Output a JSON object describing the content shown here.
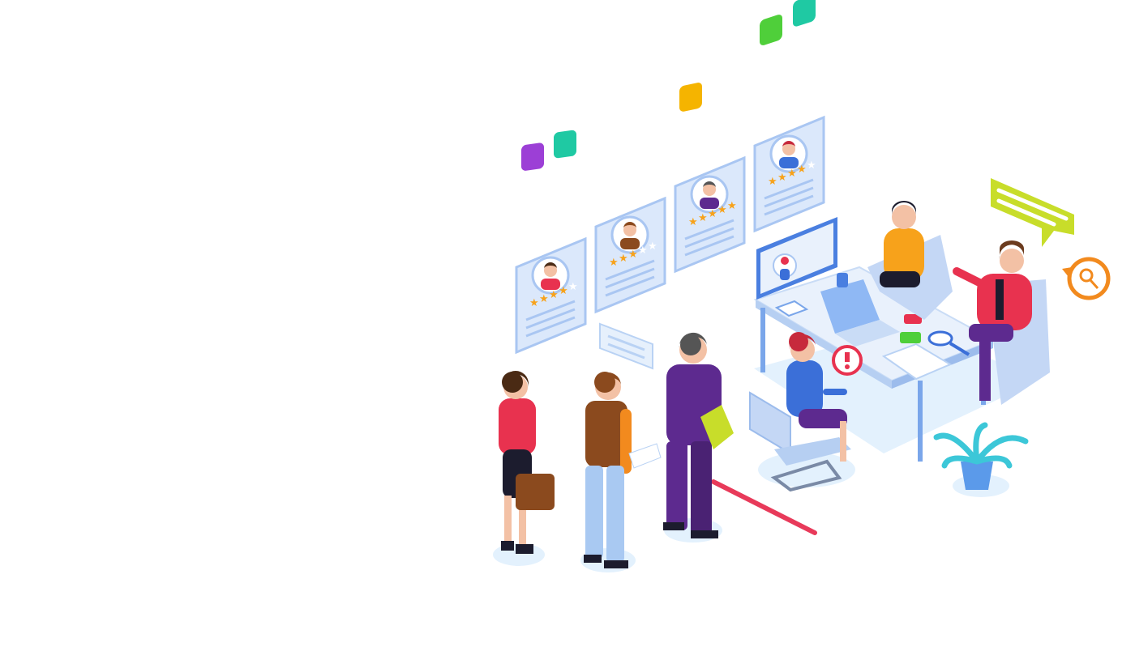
{
  "illustration": {
    "subject": "recruitment-interview",
    "colors": {
      "background": "#ffffff",
      "card": "#dbe8fb",
      "card_edge": "#a9c6f2",
      "star": "#f7a21b",
      "floor_shadow": "#e3f1fd",
      "desk": "#e9f1fc",
      "desk_leg": "#7aa6ea",
      "queue_line": "#e83a5a",
      "bubble_yellow": "#c8dd2a",
      "bubble_orange": "#f28a1e",
      "alert_red": "#e8324f",
      "badge_purple": "#9c3fd6",
      "badge_teal": "#1fc9a3",
      "badge_yellow": "#f5b400",
      "badge_green": "#4fcf3a"
    },
    "candidate_cards": [
      {
        "rating": 4,
        "max": 5
      },
      {
        "rating": 3,
        "max": 5
      },
      {
        "rating": 5,
        "max": 5
      },
      {
        "rating": 4,
        "max": 5
      }
    ]
  }
}
